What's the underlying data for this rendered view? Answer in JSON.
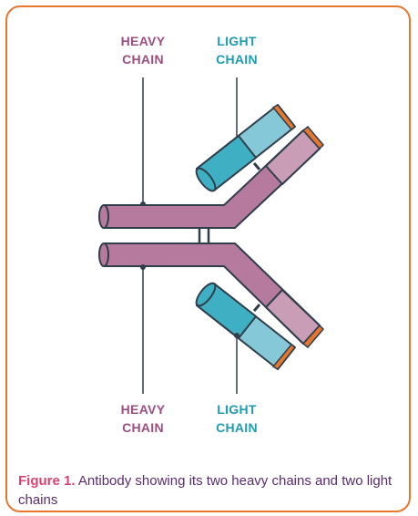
{
  "labels": {
    "heavy_top": [
      "HEAVY",
      "CHAIN"
    ],
    "light_top": [
      "LIGHT",
      "CHAIN"
    ],
    "heavy_bottom": [
      "HEAVY",
      "CHAIN"
    ],
    "light_bottom": [
      "LIGHT",
      "CHAIN"
    ]
  },
  "caption": {
    "figure_label": "Figure 1.",
    "text": "Antibody showing its two heavy chains and two light chains"
  },
  "colors": {
    "border": "#e8772e",
    "heavy_chain": "#b77a9f",
    "heavy_chain_light": "#c99db6",
    "light_chain_dark": "#3fb0c3",
    "light_chain_light": "#85c8d8",
    "tip": "#e8772e",
    "outline": "#2f3e4a",
    "heavy_text": "#9b4f80",
    "light_text": "#1e9bb0"
  }
}
